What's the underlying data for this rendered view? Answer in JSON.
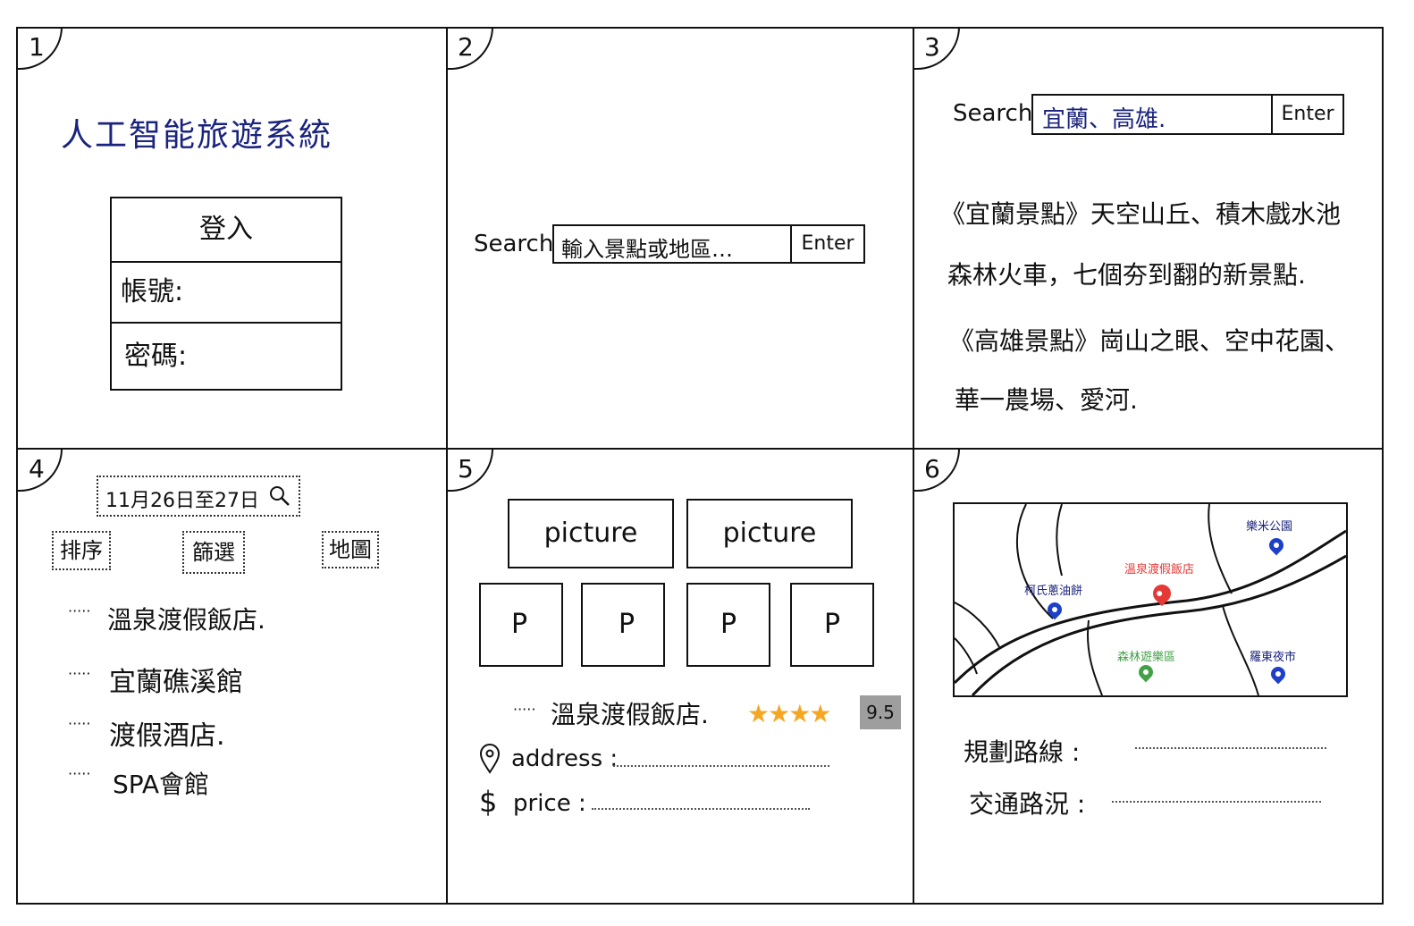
{
  "panels": {
    "p1": {
      "number": "1",
      "title": "人工智能旅遊系統",
      "login_header": "登入",
      "account_label": "帳號:",
      "password_label": "密碼:"
    },
    "p2": {
      "number": "2",
      "search_label": "Search",
      "search_placeholder": "輸入景點或地區…",
      "enter_label": "Enter"
    },
    "p3": {
      "number": "3",
      "search_label": "Search",
      "search_value": "宜蘭、高雄.",
      "enter_label": "Enter",
      "result_lines": [
        "《宜蘭景點》天空山丘、積木戲水池",
        "森林火車，七個夯到翻的新景點.",
        "《高雄景點》崗山之眼、空中花園、",
        "華一農場、愛河."
      ]
    },
    "p4": {
      "number": "4",
      "date_value": "11月26日至27日",
      "buttons": [
        "排序",
        "篩選",
        "地圖"
      ],
      "results": [
        "溫泉渡假飯店.",
        "宜蘭礁溪館",
        "渡假酒店.",
        "SPA會館"
      ],
      "bullet": "·····"
    },
    "p5": {
      "number": "5",
      "big_pictures": [
        "picture",
        "picture"
      ],
      "small_pictures": [
        "P",
        "P",
        "P",
        "P"
      ],
      "hotel_name": "溫泉渡假飯店.",
      "stars": "★★★★",
      "rating": "9.5",
      "address_label": "address :",
      "price_label": "price :",
      "bullet": "·····"
    },
    "p6": {
      "number": "6",
      "map_labels": {
        "park": "樂米公園",
        "hotel": "溫泉渡假飯店",
        "scallion": "柯氏蔥油餅",
        "forest": "森林遊樂區",
        "night_market": "羅東夜市"
      },
      "route_label": "規劃路線 :",
      "traffic_label": "交通路況 :"
    }
  },
  "colors": {
    "navy": "#1a237e",
    "star": "#f5a623",
    "rating_bg": "#9e9e9e",
    "pin_blue": "#1e40c8",
    "pin_red": "#e53935",
    "pin_green": "#43a047"
  }
}
